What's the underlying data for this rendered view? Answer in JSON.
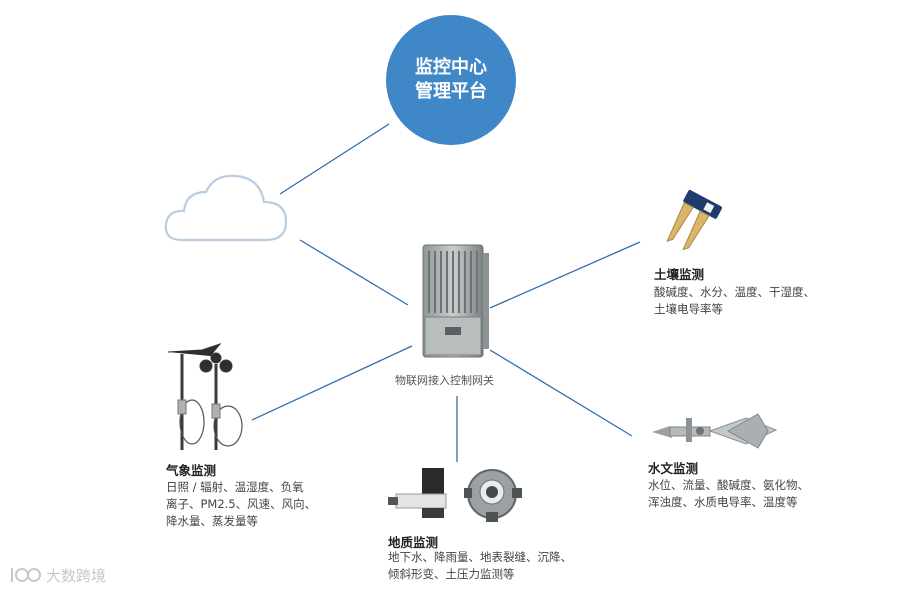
{
  "hub": {
    "line1": "监控中心",
    "line2": "管理平台"
  },
  "gateway": {
    "label": "物联网接入控制网关"
  },
  "nodes": {
    "soil": {
      "title": "土壤监测",
      "desc": "酸碱度、水分、温度、干湿度、\n土壤电导率等"
    },
    "water": {
      "title": "水文监测",
      "desc": "水位、流量、酸碱度、氨化物、\n浑浊度、水质电导率、温度等"
    },
    "weather": {
      "title": "气象监测",
      "desc": "日照 / 辐射、温湿度、负氧\n离子、PM2.5、风速、风向、\n降水量、蒸发量等"
    },
    "geo": {
      "title": "地质监测",
      "desc": "地下水、降雨量、地表裂缝、沉降、\n倾斜形变、土压力监测等"
    }
  },
  "watermark": {
    "text": "大数跨境"
  },
  "colors": {
    "hub": "#3f87c6",
    "line": "#2f6fae",
    "cloud_stroke": "#b9cde0"
  },
  "icons": [
    "cloud-icon",
    "gateway-device-icon",
    "soil-sensor-icon",
    "water-flow-sensor-icon",
    "weather-station-icon",
    "geo-sensor-icon"
  ]
}
